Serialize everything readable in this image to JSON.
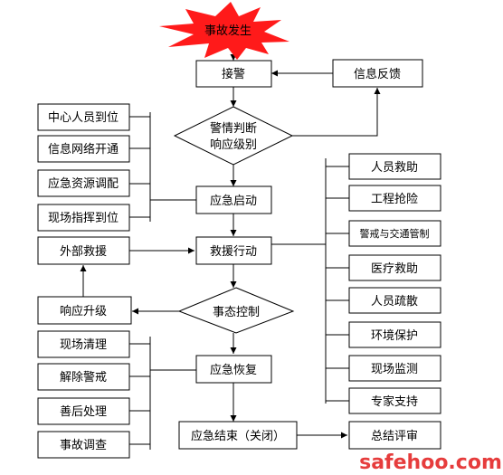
{
  "start": "事故发生",
  "receive": "接警",
  "feedback": "信息反馈",
  "judge": {
    "line1": "警情判断",
    "line2": "响应级别"
  },
  "prep_items": [
    "中心人员到位",
    "信息网络开通",
    "应急资源调配",
    "现场指挥到位"
  ],
  "start_response": "应急启动",
  "outside_help": "外部救援",
  "rescue": "救援行动",
  "control": "事态控制",
  "escalate": "响应升级",
  "restore": "应急恢复",
  "end": "应急结束（关闭）",
  "summary": "总结评审",
  "recovery_items": [
    "现场清理",
    "解除警戒",
    "善后处理",
    "事故调查"
  ],
  "actions": [
    "人员救助",
    "工程抢险",
    "警戒与交通管制",
    "医疗救助",
    "人员疏散",
    "环境保护",
    "现场监测",
    "专家支持"
  ],
  "watermark": "safehoo.com",
  "colors": {
    "burst": "#ff1a1a",
    "line": "#000000",
    "watermark_red": "#e21b1b",
    "watermark_gray": "#8a8a8a"
  }
}
